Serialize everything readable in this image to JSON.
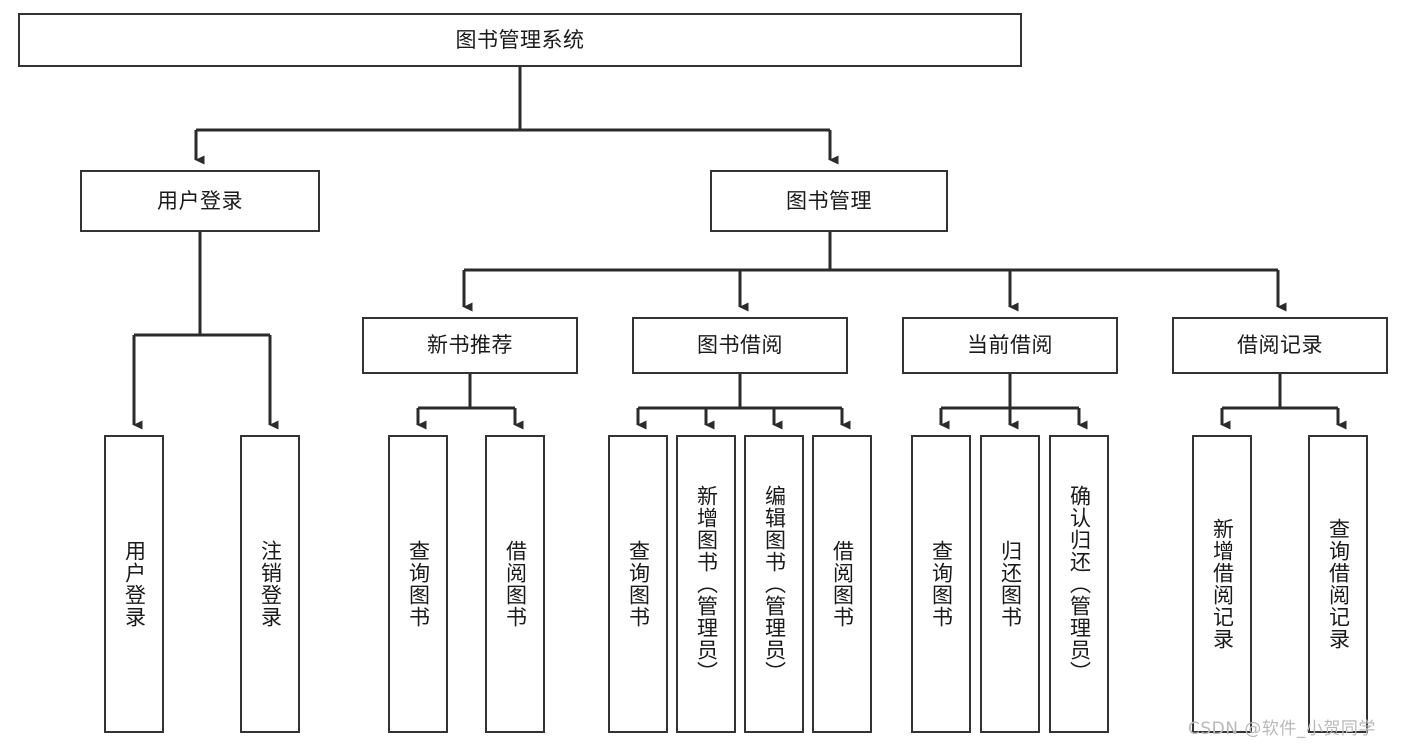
{
  "diagram": {
    "title": "图书管理系统",
    "root": {
      "label": "图书管理系统"
    },
    "level2": [
      {
        "label": "用户登录"
      },
      {
        "label": "图书管理"
      }
    ],
    "level3": [
      {
        "label": "新书推荐"
      },
      {
        "label": "图书借阅"
      },
      {
        "label": "当前借阅"
      },
      {
        "label": "借阅记录"
      }
    ],
    "leaves": {
      "user_login": [
        {
          "label": "用户登录"
        },
        {
          "label": "注销登录"
        }
      ],
      "new_book_recommend": [
        {
          "label": "查询图书"
        },
        {
          "label": "借阅图书"
        }
      ],
      "book_borrow": [
        {
          "label": "查询图书"
        },
        {
          "label": "新增图书（管理员）"
        },
        {
          "label": "编辑图书（管理员）"
        },
        {
          "label": "借阅图书"
        }
      ],
      "current_borrow": [
        {
          "label": "查询图书"
        },
        {
          "label": "归还图书"
        },
        {
          "label": "确认归还（管理员）"
        }
      ],
      "borrow_record": [
        {
          "label": "新增借阅记录"
        },
        {
          "label": "查询借阅记录"
        }
      ]
    },
    "watermark": "CSDN @软件_小贺同学",
    "colors": {
      "border": "#333333",
      "connector": "#2b2b2b",
      "text": "#1a1a1a",
      "background": "#ffffff",
      "watermark": "#b9b9b9"
    }
  }
}
